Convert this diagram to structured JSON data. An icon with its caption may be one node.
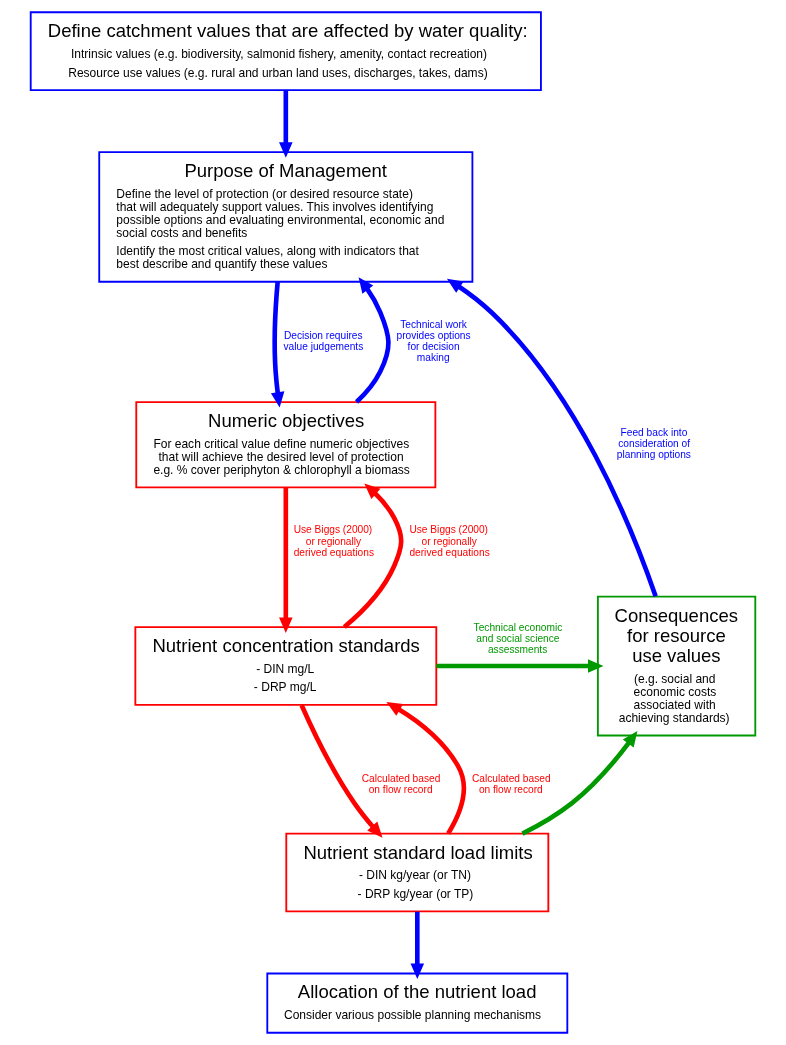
{
  "diagram": {
    "nodes": [
      {
        "text": [
          "Define catchment values that are affected by water quality:",
          "Intrinsic values (e.g. biodiversity, salmonid fishery, amenity, contact recreation)",
          "Resource use values (e.g. rural and urban land uses, discharges, takes, dams)"
        ]
      },
      {
        "text": [
          "Purpose of Management",
          "Define the level of protection (or desired resource state) that will adequately support values. This involves identifying possible options and evaluating environmental, economic and social costs and benefits",
          "Identify the most critical values, along with indicators that best describe and quantify these values"
        ]
      },
      {
        "text": [
          "Numeric objectives",
          "For each critical value define numeric objectives that will achieve the desired level of protection e.g. % cover periphyton & chlorophyll a biomass"
        ]
      },
      {
        "text": [
          "Nutrient concentration standards",
          "- DIN mg/L",
          "- DRP mg/L"
        ]
      },
      {
        "text": [
          "Nutrient standard load limits",
          "- DIN kg/year (or TN)",
          "- DRP kg/year (or TP)"
        ]
      },
      {
        "text": [
          "Allocation of the nutrient load",
          "Consider various possible planning mechanisms"
        ]
      },
      {
        "text": [
          "Consequences for resource use values",
          "(e.g. social and economic costs associated with achieving standards)"
        ]
      }
    ],
    "edges": [
      {
        "from": 0,
        "to": 1,
        "arrow": "to"
      },
      {
        "from": 1,
        "to": 2,
        "arrow": "to",
        "label": "Decision requires value judgements"
      },
      {
        "from": 2,
        "to": 1,
        "arrow": "to",
        "label": "Technical work provides options for decision making"
      },
      {
        "from": 2,
        "to": 3,
        "arrow": "to",
        "label": "Use Biggs (2000) or regionally derived equations",
        "color": "#ff0000"
      },
      {
        "from": 3,
        "to": 2,
        "arrow": "to",
        "label": "Use Biggs (2000) or regionally derived equations",
        "color": "#ff0000"
      },
      {
        "from": 3,
        "to": 4,
        "arrow": "to",
        "label": "Calculated based on flow record",
        "color": "#ff0000"
      },
      {
        "from": 4,
        "to": 3,
        "arrow": "to",
        "label": "Calculated based on flow record",
        "color": "#ff0000"
      },
      {
        "from": 4,
        "to": 5,
        "arrow": "to"
      },
      {
        "from": 3,
        "to": 6,
        "arrow": "to",
        "label": "Technical economic and social science assessments",
        "color": "#009900"
      },
      {
        "from": 4,
        "to": 6,
        "arrow": "to",
        "color": "#009900"
      },
      {
        "from": 6,
        "to": 1,
        "arrow": "to",
        "label": "Feed back into consideration of planning options"
      }
    ]
  }
}
